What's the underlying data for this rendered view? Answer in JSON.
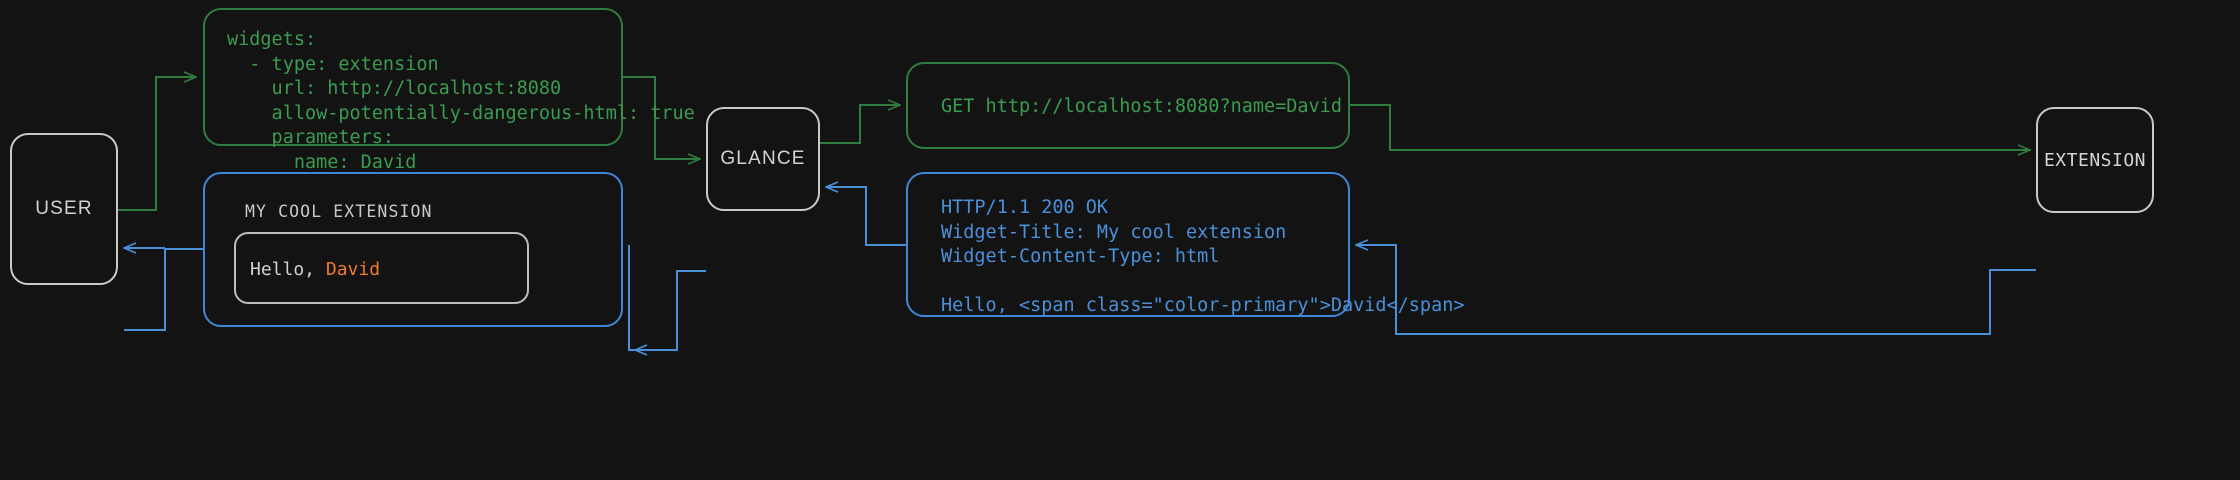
{
  "colors": {
    "background": "#131314",
    "request_green": "#3a9c4e",
    "response_blue": "#4a90d9",
    "node_border": "#c9c9c9",
    "accent_orange": "#f07830",
    "text_light": "#d3d3d3"
  },
  "nodes": {
    "user": {
      "label": "USER"
    },
    "glance": {
      "label": "GLANCE"
    },
    "extension": {
      "label": "EXTENSION"
    }
  },
  "panels": {
    "yaml_config": {
      "text": "widgets:\n  - type: extension\n    url: http://localhost:8080\n    allow-potentially-dangerous-html: true\n    parameters:\n      name: David"
    },
    "http_request": {
      "text": "GET http://localhost:8080?name=David"
    },
    "http_response": {
      "text": "HTTP/1.1 200 OK\nWidget-Title: My cool extension\nWidget-Content-Type: html\n\nHello, <span class=\"color-primary\">David</span>"
    },
    "rendered_widget": {
      "title": "MY COOL EXTENSION",
      "greeting_prefix": "Hello, ",
      "greeting_name": "David"
    }
  }
}
